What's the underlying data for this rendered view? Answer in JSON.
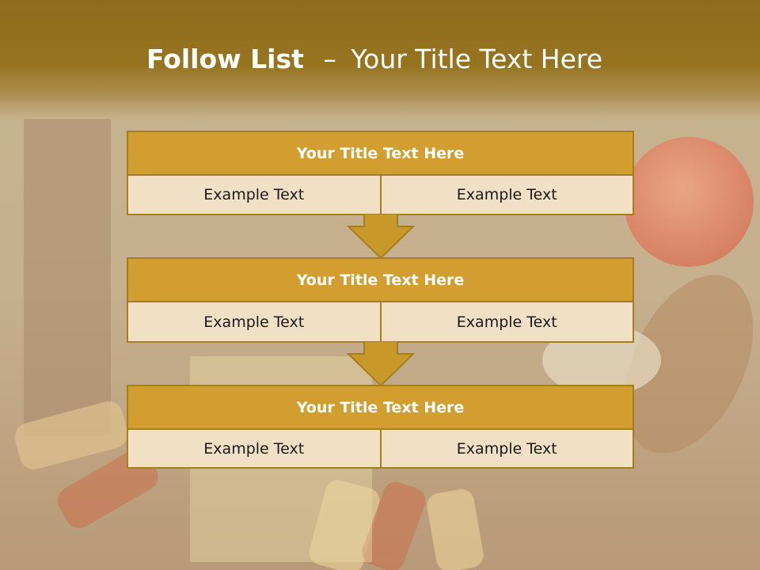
{
  "slide": {
    "title_bold": "Follow List",
    "title_dash": "–",
    "title_rest": "Your Title Text Here"
  },
  "blocks": [
    {
      "title": "Your Title Text Here",
      "left_text": "Example Text",
      "right_text": "Example Text"
    },
    {
      "title": "Your Title Text Here",
      "left_text": "Example Text",
      "right_text": "Example Text"
    },
    {
      "title": "Your Title Text Here",
      "left_text": "Example Text",
      "right_text": "Example Text"
    }
  ],
  "colors": {
    "title_band": "#96741f",
    "block_header": "#d29e2f",
    "block_border": "#a57f1f",
    "block_body": "#f1e0c6",
    "arrow_fill": "#c8992a"
  },
  "background": {
    "theme": "pasta-and-tomato-photo"
  }
}
